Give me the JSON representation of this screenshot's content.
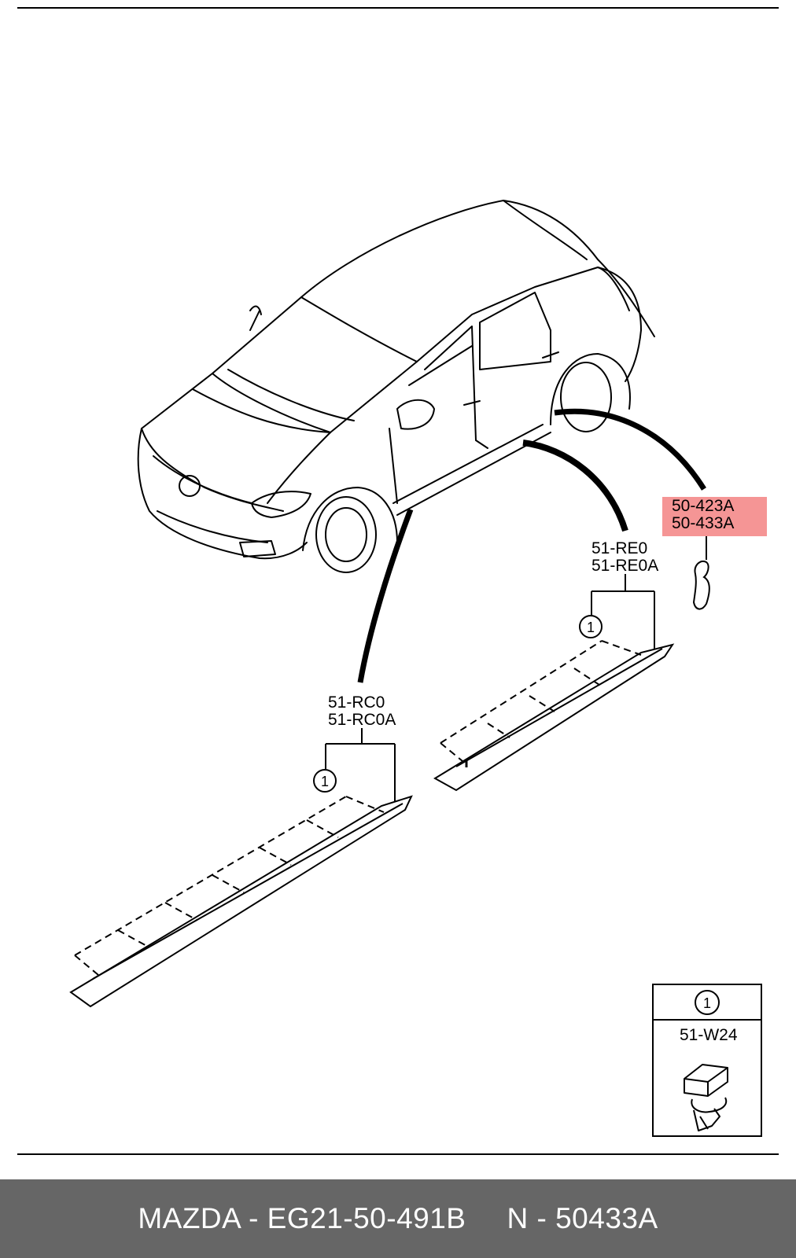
{
  "diagram": {
    "labels": {
      "clip_part_1": "50-423A",
      "clip_part_2": "50-433A",
      "rear_molding_1": "51-RE0",
      "rear_molding_2": "51-RE0A",
      "front_molding_1": "51-RC0",
      "front_molding_2": "51-RC0A",
      "callout": "1",
      "inset_callout": "1",
      "inset_part": "51-W24"
    },
    "highlight_color": "#f59595"
  },
  "footer": {
    "left": "MAZDA - EG21-50-491B",
    "right": "N - 50433A"
  }
}
